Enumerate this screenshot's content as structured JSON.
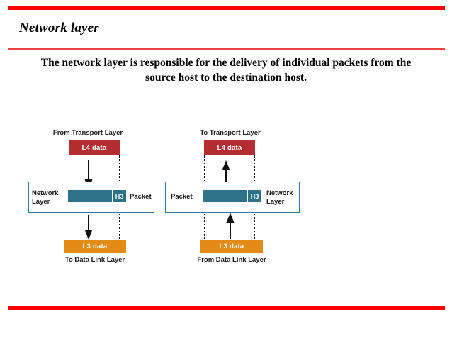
{
  "slide": {
    "title": "Network layer",
    "subtitle": "The network layer is responsible for the delivery of individual packets from the source host to the destination host.",
    "accent_color": "#FF0000",
    "rule_color": "#E8453C"
  },
  "diagram": {
    "type": "network-layer-encapsulation",
    "colors": {
      "l4_box": "#B32D31",
      "l3_box": "#E28B16",
      "layer_border": "#2E7C93",
      "payload": "#2E7289",
      "text_dark": "#1a1a1a",
      "text_light": "#ffffff"
    },
    "panels": [
      {
        "id": "sender",
        "top_caption": "From Transport Layer",
        "bottom_caption": "To Data Link Layer",
        "l4_label": "L4 data",
        "l3_label": "L3 data",
        "layer_label": "Network\nLayer",
        "layer_label_side": "left",
        "packet_label": "Packet",
        "packet_label_side": "right",
        "header_label": "H3",
        "top_arrow_direction": "down",
        "bottom_arrow_direction": "down"
      },
      {
        "id": "receiver",
        "top_caption": "To Transport Layer",
        "bottom_caption": "From Data Link Layer",
        "l4_label": "L4 data",
        "l3_label": "L3 data",
        "layer_label": "Network\nLayer",
        "layer_label_side": "right",
        "packet_label": "Packet",
        "packet_label_side": "left",
        "header_label": "H3",
        "top_arrow_direction": "up",
        "bottom_arrow_direction": "up"
      }
    ]
  }
}
